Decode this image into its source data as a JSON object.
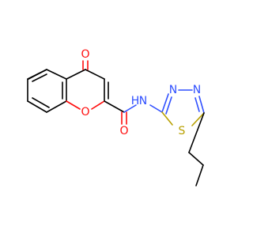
{
  "molecule": {
    "atoms": {
      "o_ketone": "O",
      "o_ring": "O",
      "o_amide": "O",
      "n_amide": "N",
      "h_amide": "H",
      "n_ring_a": "N",
      "n_ring_b": "N",
      "s_ring": "S"
    },
    "colors": {
      "carbon": "#000000",
      "oxygen": "#ff0d0d",
      "nitrogen": "#2f4fff",
      "sulfur": "#b8a000"
    }
  }
}
